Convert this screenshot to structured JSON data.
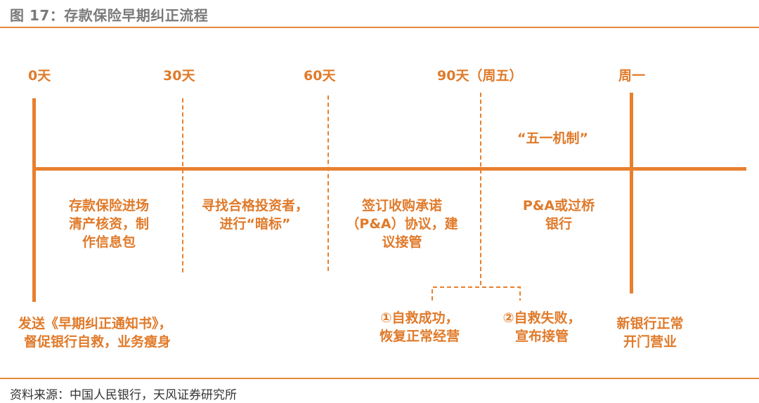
{
  "figure": {
    "title": "图 17：存款保险早期纠正流程",
    "source": "资料来源：中国人民银行，天风证券研究所"
  },
  "colors": {
    "accent": "#e8802e",
    "rule": "#e58a3c",
    "title_gray": "#7a7a7a"
  },
  "timeline": {
    "markers": [
      "0天",
      "30天",
      "60天",
      "90天（周五）",
      "周一"
    ],
    "mechanism": "“五一机制”",
    "phases": [
      [
        "存款保险进场",
        "清产核资，制",
        "作信息包"
      ],
      [
        "寻找合格投资者，",
        "进行“暗标”"
      ],
      [
        "签订收购承诺",
        "（P&A）协议，建",
        "议接管"
      ],
      [
        "P&A或过桥",
        "银行"
      ]
    ],
    "bottom": {
      "notice": [
        "发送《早期纠正通知书》，",
        "督促银行自救，业务瘦身"
      ],
      "success": [
        "①自救成功，",
        "恢复正常经营"
      ],
      "failure": [
        "②自救失败，",
        "宣布接管"
      ],
      "reopen": [
        "新银行正常",
        "开门营业"
      ]
    }
  }
}
